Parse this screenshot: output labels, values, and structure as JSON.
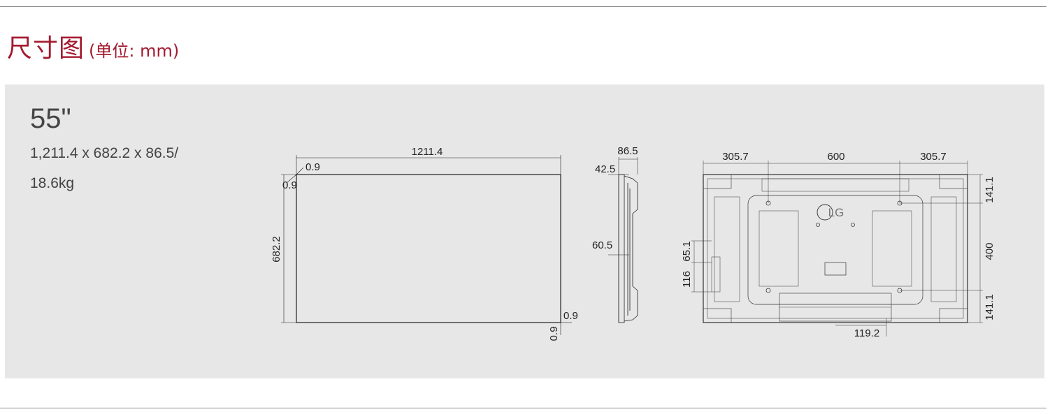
{
  "header": {
    "title": "尺寸图",
    "unit": "(单位: mm)"
  },
  "model": {
    "size": "55\"",
    "spec_line1": "1,211.4 x 682.2 x 86.5/",
    "spec_line2": "18.6kg"
  },
  "front_view": {
    "width": "1211.4",
    "height": "682.2",
    "bezel_top_left_h": "0.9",
    "bezel_top_left_v": "0.9",
    "bezel_bottom_right_h": "0.9",
    "bezel_bottom_right_v": "0.9"
  },
  "side_view": {
    "depth": "86.5",
    "top_offset": "42.5",
    "mid_depth": "60.5"
  },
  "rear_view": {
    "left_margin": "305.7",
    "vesa_h": "600",
    "right_margin": "305.7",
    "top_margin": "141.1",
    "vesa_v": "400",
    "bottom_margin": "141.1",
    "port_gap_a": "65.1",
    "port_gap_b": "116",
    "bottom_offset": "119.2",
    "logo": "LG"
  },
  "colors": {
    "accent": "#a3192f",
    "panel": "#e7e7e8"
  }
}
